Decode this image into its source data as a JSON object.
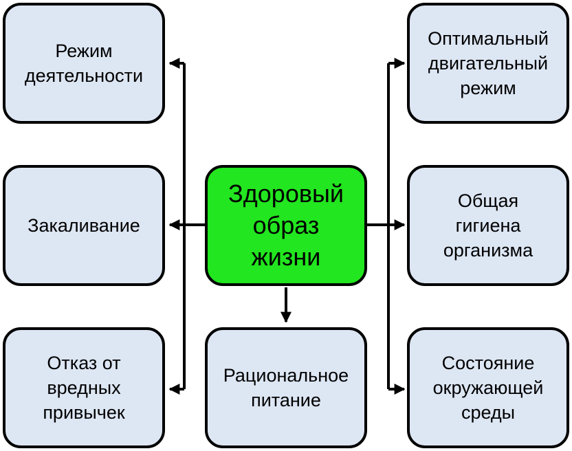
{
  "diagram": {
    "center": {
      "label": "Здоровый\nобраз\nжизни",
      "color": "#22e61f"
    },
    "box_color": "#dde6f3",
    "nodes": {
      "left_top": {
        "label": "Режим\nдеятельности"
      },
      "left_mid": {
        "label": "Закаливание"
      },
      "left_bottom": {
        "label": "Отказ от\nвредных\nпривычек"
      },
      "bottom": {
        "label": "Рациональное\nпитание"
      },
      "right_top": {
        "label": "Оптимальный\nдвигательный\nрежим"
      },
      "right_mid": {
        "label": "Общая\nгигиена\nорганизма"
      },
      "right_bottom": {
        "label": "Состояние\nокружающей\nсреды"
      }
    }
  }
}
